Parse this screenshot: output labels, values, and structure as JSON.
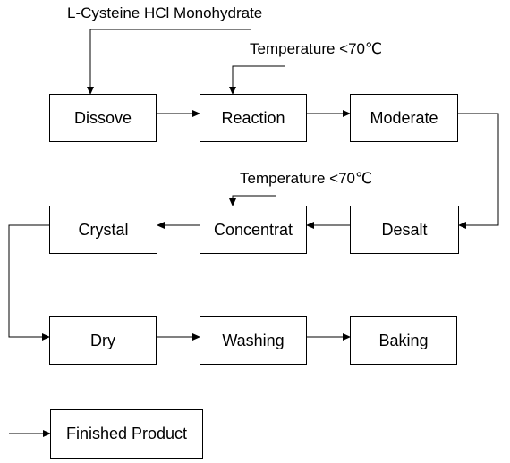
{
  "inputs": {
    "top": "L-Cysteine HCl Monohydrate",
    "temp_1": "Temperature <70℃",
    "temp_2": "Temperature <70℃"
  },
  "steps": {
    "dissove": "Dissove",
    "reaction": "Reaction",
    "moderate": "Moderate",
    "desalt": "Desalt",
    "concentrat": "Concentrat",
    "crystal": "Crystal",
    "dry": "Dry",
    "washing": "Washing",
    "baking": "Baking",
    "finished": "Finished Product"
  }
}
